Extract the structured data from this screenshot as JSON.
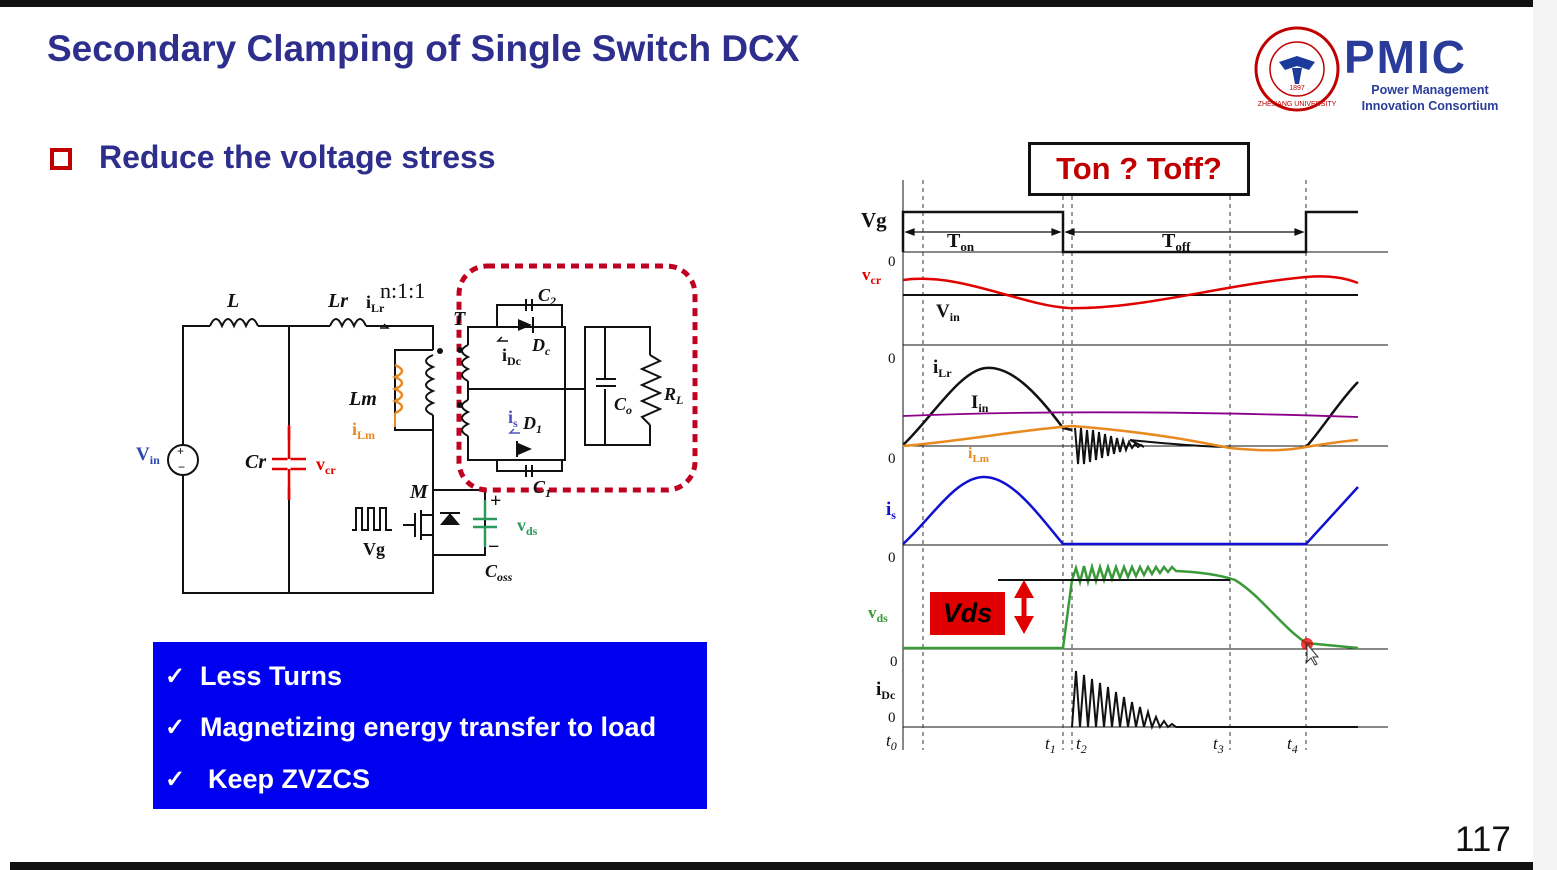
{
  "slide": {
    "title": "Secondary Clamping of Single Switch DCX",
    "bullet": "Reduce the voltage stress",
    "page_number": "117",
    "question": "Ton ? Toff?",
    "vds_label": "Vds"
  },
  "logo": {
    "name": "PMIC",
    "subtitle_line1": "Power Management",
    "subtitle_line2": "Innovation Consortium",
    "seal_text": "ZHEJIANG UNIVERSITY",
    "seal_year": "1897"
  },
  "features": [
    {
      "check": "✓",
      "text": "Less Turns"
    },
    {
      "check": "✓",
      "text": "Magnetizing energy  transfer to load"
    },
    {
      "check": "✓",
      "text": "Keep ZVZCS"
    }
  ],
  "circuit": {
    "L": "L",
    "Lr": "Lr",
    "iLr": "i",
    "iLr_sub": "Lr",
    "ratio": "n:1:1",
    "T": "T",
    "C2": "C",
    "C2_sub": "2",
    "Dc": "D",
    "Dc_sub": "c",
    "iDc": "i",
    "iDc_sub": "Dc",
    "Lm": "Lm",
    "iLm": "i",
    "iLm_sub": "Lm",
    "is": "i",
    "is_sub": "s",
    "D1": "D",
    "D1_sub": "1",
    "C1": "C",
    "C1_sub": "1",
    "Co": "C",
    "Co_sub": "o",
    "RL": "R",
    "RL_sub": "L",
    "Vin": "V",
    "Vin_sub": "in",
    "Cr": "Cr",
    "vcr": "v",
    "vcr_sub": "cr",
    "M": "M",
    "Vg": "Vg",
    "vds": "v",
    "vds_sub": "ds",
    "Coss": "C",
    "Coss_sub": "oss",
    "plus": "+",
    "minus": "−"
  },
  "waveforms": {
    "Vg": "Vg",
    "Ton": "T",
    "Ton_sub": "on",
    "Toff": "T",
    "Toff_sub": "off",
    "zero": "0",
    "vcr": "v",
    "vcr_sub": "cr",
    "Vin": "V",
    "Vin_sub": "in",
    "iLr": "i",
    "iLr_sub": "Lr",
    "Iin": "I",
    "Iin_sub": "in",
    "iLm": "i",
    "iLm_sub": "Lm",
    "is": "i",
    "is_sub": "s",
    "vds": "v",
    "vds_sub": "ds",
    "iDc": "i",
    "iDc_sub": "Dc",
    "t0": "t",
    "t0_sub": "0",
    "t1": "t",
    "t1_sub": "1",
    "t2": "t",
    "t2_sub": "2",
    "t3": "t",
    "t3_sub": "3",
    "t4": "t",
    "t4_sub": "4"
  },
  "colors": {
    "title": "#2e2e8c",
    "accent_red": "#c00000",
    "box_blue": "#0000f0",
    "vcr": "#e00000",
    "iLm": "#e88a20",
    "Iin": "#8b008b",
    "is": "#1010d0",
    "vds": "#3a9a3a"
  }
}
